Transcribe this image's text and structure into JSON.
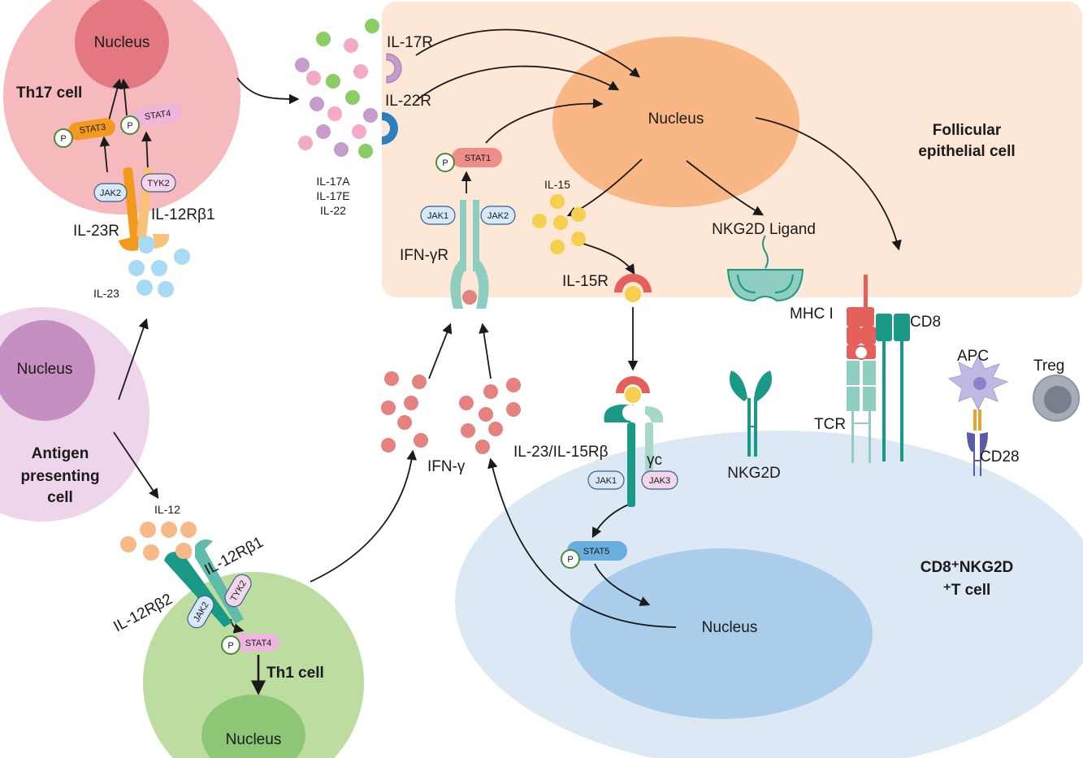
{
  "cells": {
    "th17": {
      "label": "Th17 cell",
      "nucleus": "Nucleus"
    },
    "apc": {
      "label_line1": "Antigen",
      "label_line2": "presenting",
      "label_line3": "cell",
      "nucleus": "Nucleus"
    },
    "th1": {
      "label": "Th1 cell",
      "nucleus": "Nucleus"
    },
    "follicular": {
      "label_line1": "Follicular",
      "label_line2": "epithelial cell",
      "nucleus": "Nucleus"
    },
    "cd8": {
      "label_line1": "CD8⁺NKG2D",
      "label_line2": "⁺T cell",
      "nucleus": "Nucleus"
    }
  },
  "molecules": {
    "stat3": "STAT3",
    "stat4": "STAT4",
    "stat1": "STAT1",
    "stat5": "STAT5",
    "phospho": "P",
    "jak1": "JAK1",
    "jak2": "JAK2",
    "jak3": "JAK3",
    "tyk2": "TYK2"
  },
  "receptors": {
    "il23r": "IL-23R",
    "il12rb1": "IL-12Rβ1",
    "il12rb2": "IL-12Rβ2",
    "il17r": "IL-17R",
    "il22r": "IL-22R",
    "ifngr": "IFN-γR",
    "il15r": "IL-15R",
    "il23_il15rb": "IL-23/IL-15Rβ",
    "gamma_c": "γc",
    "nkg2d_ligand": "NKG2D Ligand",
    "nkg2d": "NKG2D",
    "mhc1": "MHC I",
    "cd8": "CD8",
    "tcr": "TCR",
    "cd28": "CD28",
    "apc": "APC",
    "treg": "Treg"
  },
  "cytokines": {
    "il23": "IL-23",
    "il12": "IL-12",
    "il15": "IL-15",
    "ifng": "IFN-γ",
    "il17a": "IL-17A",
    "il17e": "IL-17E",
    "il22": "IL-22"
  },
  "colors": {
    "th17_cell": "#f6b9bd",
    "th17_nucleus": "#e47880",
    "apc_cell": "#efd5eb",
    "apc_nucleus": "#c58fc1",
    "th1_cell": "#bcdca0",
    "th1_nucleus": "#8dc775",
    "epithelial_bg": "#fde7d6",
    "epithelial_nucleus": "#f8b785",
    "tcell_bg": "#dce9f5",
    "tcell_nucleus": "#a9cdeb",
    "ifng_dot": "#e5817e",
    "il23_dot": "#a9daf5",
    "il12_dot": "#f7b988",
    "il15_dot": "#f6d04d",
    "teal": "#1a9a86",
    "teal_light": "#8ecdbf",
    "red_receptor": "#e3615a",
    "orange_stat": "#f29a1e",
    "pink_stat": "#eeb6dc",
    "salmon_stat": "#ef8e88",
    "blue_stat": "#6aaee0"
  }
}
